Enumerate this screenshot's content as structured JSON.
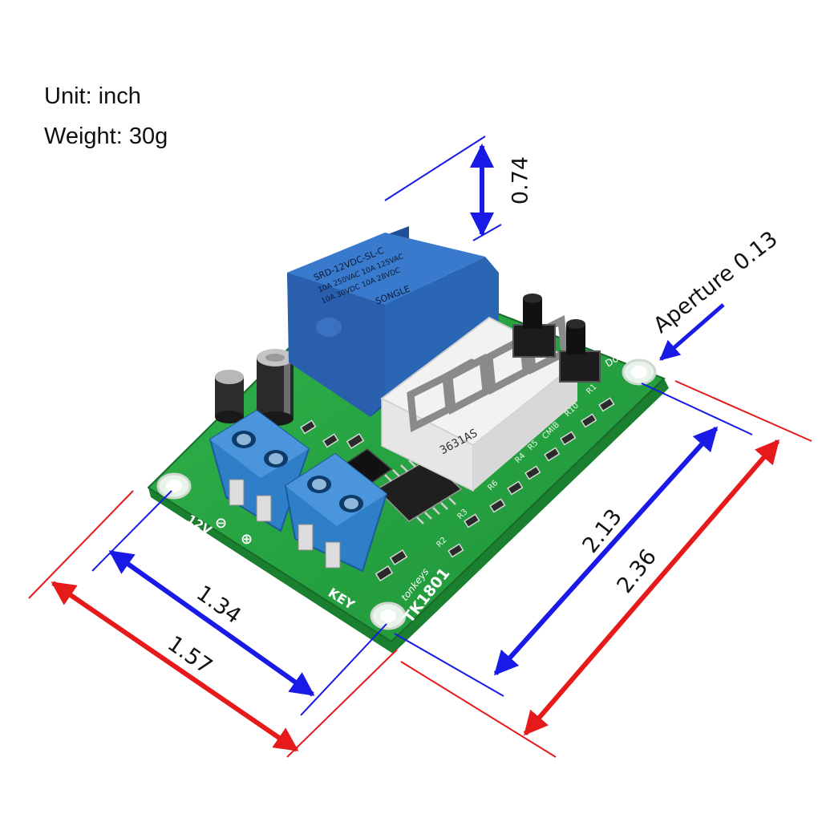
{
  "specs": {
    "unit": "Unit: inch",
    "weight": "Weight: 30g"
  },
  "dimensions": {
    "height": "0.74",
    "aperture": "Aperture 0.13",
    "inner_length": "2.13",
    "outer_length": "2.36",
    "inner_width": "1.34",
    "outer_width": "1.57"
  },
  "board": {
    "relay_text": [
      "SRD-12VDC-SL-C",
      "10A 250VAC 10A 125VAC",
      "10A 30VDC 10A 28VDC",
      "SONGLE"
    ],
    "silkscreen": {
      "model": "TK1801",
      "brand": "tonkeys",
      "key": "KEY",
      "voltage": "12V",
      "down": "Down",
      "chip": "3631AS"
    },
    "resistor_labels": [
      "R1",
      "R2",
      "R3",
      "R4",
      "R5",
      "R6",
      "R10",
      "CMIB"
    ]
  },
  "colors": {
    "inner_dim": "#1a1ae6",
    "outer_dim": "#e61a1a",
    "pcb": "#27a542",
    "relay": "#2b66b4",
    "terminal": "#2f7fc8"
  }
}
